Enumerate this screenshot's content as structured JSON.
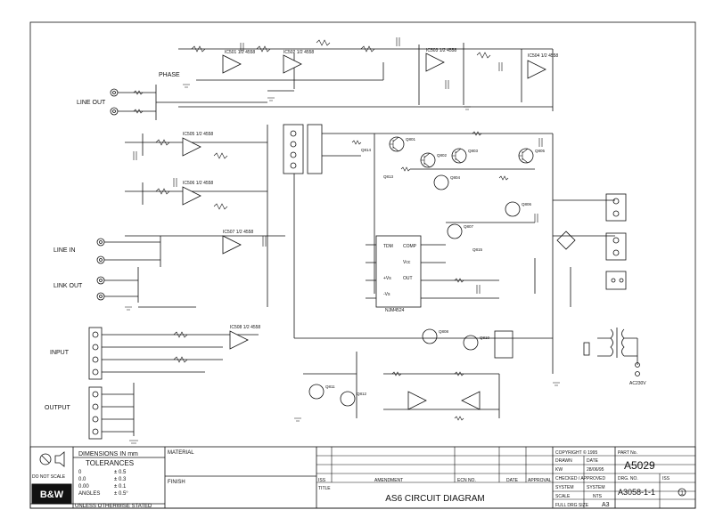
{
  "blocks": {
    "phase": "PHASE",
    "line_out": "LINE OUT",
    "line_in": "LINE IN",
    "link_out": "LINK OUT",
    "input": "INPUT",
    "output": "OUTPUT",
    "ac_mains": "AC230V"
  },
  "ic_labels": [
    "IC501 1/2 4558",
    "IC502 1/2 4558",
    "IC503 1/2 4558",
    "IC504 1/2 4558",
    "IC505 1/2 4558",
    "IC506 1/2 4558",
    "IC507 1/2 4558",
    "IC508 1/2 4558"
  ],
  "transistors": [
    "Q801",
    "Q802",
    "Q803",
    "Q804",
    "Q805",
    "Q806",
    "Q807",
    "Q808",
    "Q810",
    "Q811",
    "Q812",
    "Q813",
    "Q814",
    "Q815"
  ],
  "regulator": {
    "name": "NJM4524",
    "pins": [
      "TDM",
      "COMP",
      "Vcc",
      "OUT",
      "+Vs",
      "-Vs"
    ]
  },
  "title_block": {
    "dimensions": "DIMENSIONS IN mm",
    "tolerances_label": "TOLERANCES",
    "tolerances": [
      {
        "digits": "0",
        "value": "± 0.5"
      },
      {
        "digits": "0.0",
        "value": "± 0.3"
      },
      {
        "digits": "0.00",
        "value": "± 0.1"
      },
      {
        "digits": "ANGLES",
        "value": "± 0.5°"
      }
    ],
    "unless": "UNLESS OTHERWISE STATED",
    "do_not_scale": "DO NOT SCALE",
    "logo": "B&W",
    "material_label": "MATERIAL",
    "finish_label": "FINISH",
    "issue_label": "ISS",
    "title_label": "TITLE",
    "amendment_label": "AMENDMENT",
    "ecn_label": "ECN NO.",
    "date_label": "DATE",
    "approval_label": "APPROVAL",
    "title": "AS6 CIRCUIT DIAGRAM",
    "copyright": "COPYRIGHT © 1995",
    "drawn_label": "DRAWN",
    "drawn_by": "KW",
    "date_value": "28/06/95",
    "checked_label": "CHECKED / APPROVED",
    "system_label": "SYSTEM",
    "system_value": "SYSTEM",
    "scale_label": "SCALE",
    "scale_value": "NTS",
    "full_drg_size_label": "FULL DRG SIZE",
    "full_drg_size": "A3",
    "part_no_label": "PART No.",
    "part_no": "A5029",
    "drg_no_label": "DRG. NO.",
    "drg_no": "A3058-1-1",
    "iss_label": "ISS",
    "iss_value": "1"
  }
}
